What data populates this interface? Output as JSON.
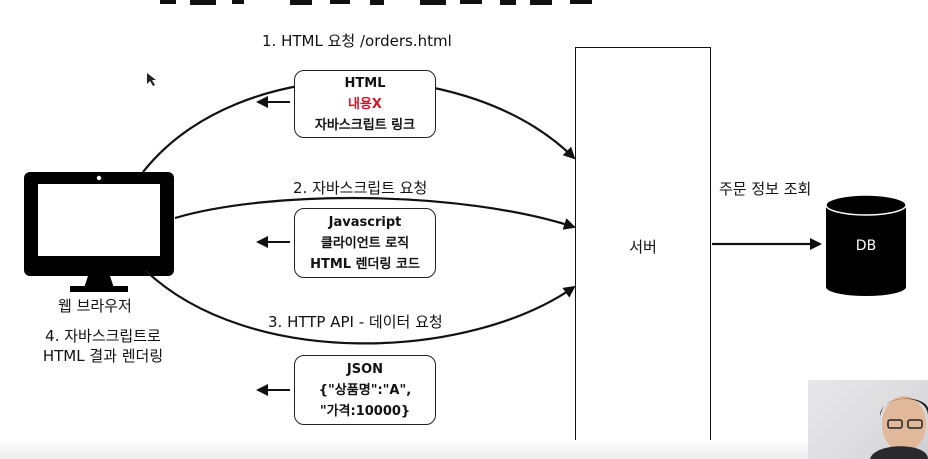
{
  "client": {
    "label": "웹 브라우저"
  },
  "render_note": {
    "line1": "4. 자바스크립트로",
    "line2": "HTML 결과 렌더링"
  },
  "requests": [
    {
      "label": "1. HTML 요청 /orders.html"
    },
    {
      "label": "2. 자바스크립트 요청"
    },
    {
      "label": "3. HTTP API -  데이터 요청"
    }
  ],
  "responses": [
    {
      "lines": [
        "HTML",
        "내용X",
        "자바스크립트 링크"
      ]
    },
    {
      "lines": [
        "Javascript",
        "클라이언트 로직",
        "HTML 렌더링 코드"
      ]
    },
    {
      "lines": [
        "JSON",
        "{\"상품명\":\"A\",",
        "\"가격:10000}"
      ]
    }
  ],
  "server": {
    "label": "서버"
  },
  "db_query": {
    "label": "주문 정보 조회"
  },
  "db": {
    "label": "DB"
  },
  "colors": {
    "highlight": "#d0182b",
    "stroke": "#111111"
  }
}
